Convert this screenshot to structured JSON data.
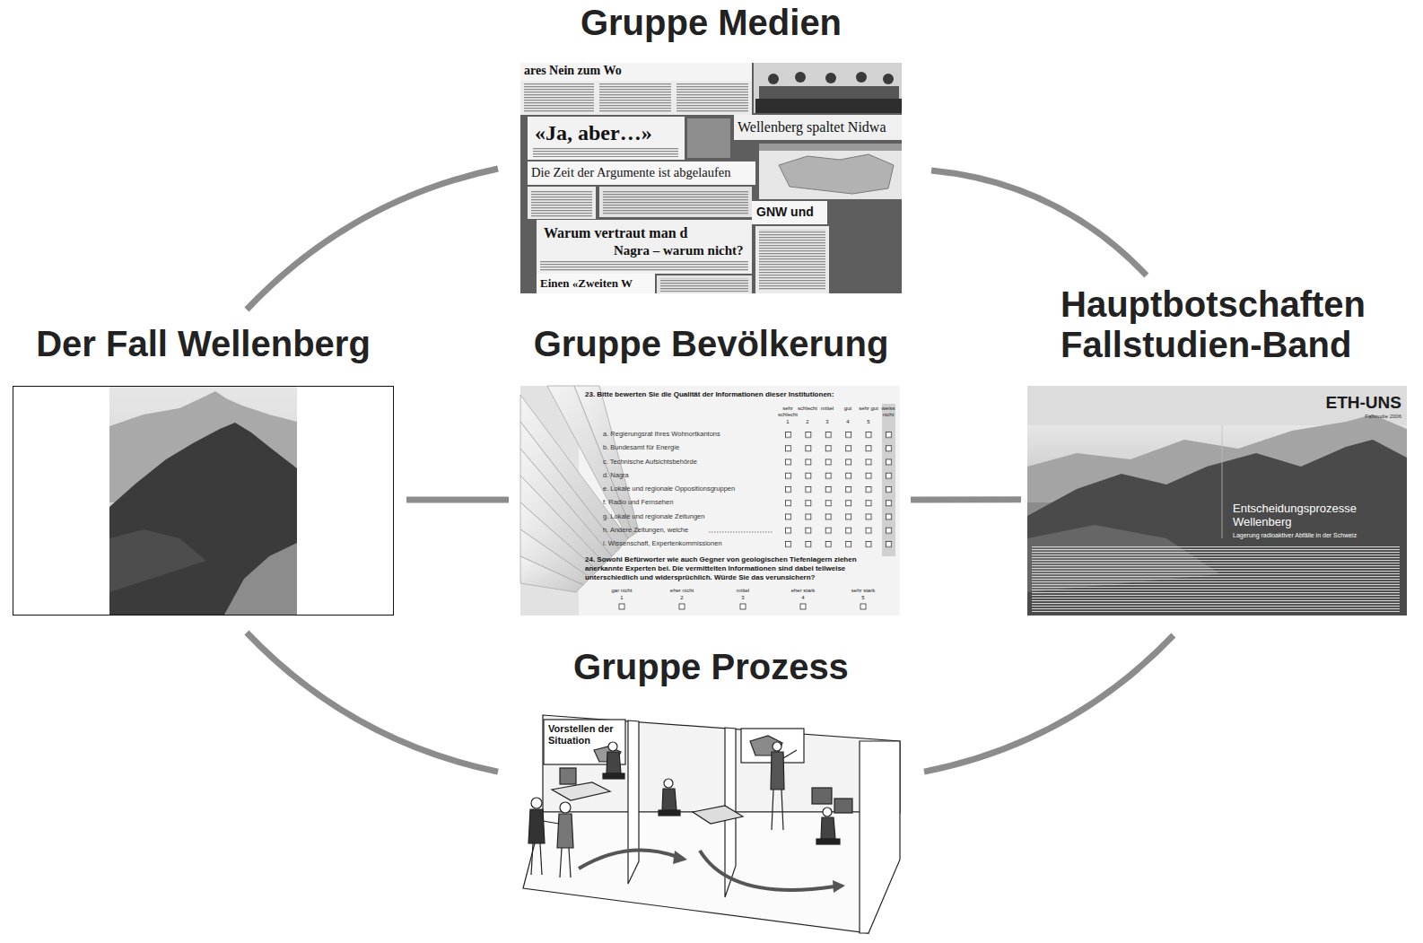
{
  "diagram": {
    "nodes": [
      {
        "text": [
          "Gruppe Medien"
        ]
      },
      {
        "text": [
          "Der Fall Wellenberg"
        ]
      },
      {
        "text": [
          "Gruppe Bevölkerung"
        ]
      },
      {
        "text": [
          "Hauptbotschaften Fallstudien-Band"
        ]
      },
      {
        "text": [
          "Gruppe Prozess"
        ]
      }
    ],
    "edges": [
      {
        "from": 1,
        "to": 0,
        "arrow": "none"
      },
      {
        "from": 0,
        "to": 3,
        "arrow": "none"
      },
      {
        "from": 1,
        "to": 2,
        "arrow": "none"
      },
      {
        "from": 2,
        "to": 3,
        "arrow": "none"
      },
      {
        "from": 1,
        "to": 4,
        "arrow": "none"
      },
      {
        "from": 4,
        "to": 3,
        "arrow": "none"
      }
    ],
    "labels": [
      "ares Nein zum Wo",
      "«Ja, aber…»",
      "Wellenberg spaltet Nidwa",
      "Die Zeit der Argumente ist abgelaufen",
      "GNW und",
      "Warum vertraut man d",
      "Nagra – warum nicht?",
      "Einen «Zweiten W",
      "23. Bitte bewerten Sie die Qualität der Informationen dieser Institutionen:",
      "sehr schlecht",
      "schlecht",
      "mittel",
      "gut",
      "sehr gut",
      "weiss nicht",
      "1",
      "2",
      "3",
      "4",
      "5",
      "a. Regierungsrat Ihres Wohnortkantons",
      "b. Bundesamt für Energie",
      "c. Technische Aufsichtsbehörde",
      "d. Nagra",
      "e. Lokale und regionale Oppositionsgruppen",
      "f. Radio und Fernsehen",
      "g. Lokale und regionale Zeitungen",
      "h. Andere Zeitungen, welche",
      "i. Wissenschaft, Expertenkommissionen",
      "24. Sowohl Befürworter wie auch Gegner von geologischen Tiefenlagern ziehen anerkannte Experten bei. Die vermittelten Informationen sind dabei teilweise unterschiedlich und widersprüchlich. Würde Sie das verunsichern?",
      "gar nicht",
      "eher nicht",
      "mittel",
      "eher stark",
      "sehr stark",
      "1",
      "2",
      "3",
      "4",
      "5",
      "ETH-UNS",
      "Fallstudie 2006",
      "Entscheidungsprozesse Wellenberg",
      "Lagerung radioaktiver Abfälle in der Schweiz",
      "Vorstellen der Situation"
    ]
  }
}
